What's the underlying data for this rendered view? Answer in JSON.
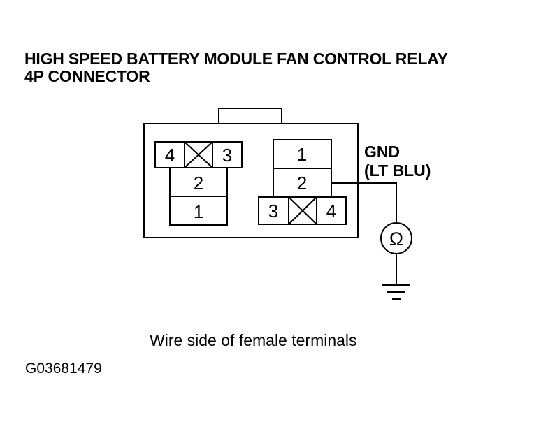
{
  "title": {
    "line1": "HIGH SPEED BATTERY MODULE FAN CONTROL RELAY",
    "line2": "4P CONNECTOR"
  },
  "connector_left": {
    "top_row": [
      "4",
      "3"
    ],
    "mid": "2",
    "bottom": "1"
  },
  "connector_right": {
    "top": "1",
    "mid": "2",
    "bottom_row": [
      "3",
      "4"
    ]
  },
  "ground_label": {
    "line1": "GND",
    "line2": "(LT BLU)"
  },
  "meter_symbol": "Ω",
  "caption": "Wire side of female terminals",
  "figure_id": "G03681479"
}
